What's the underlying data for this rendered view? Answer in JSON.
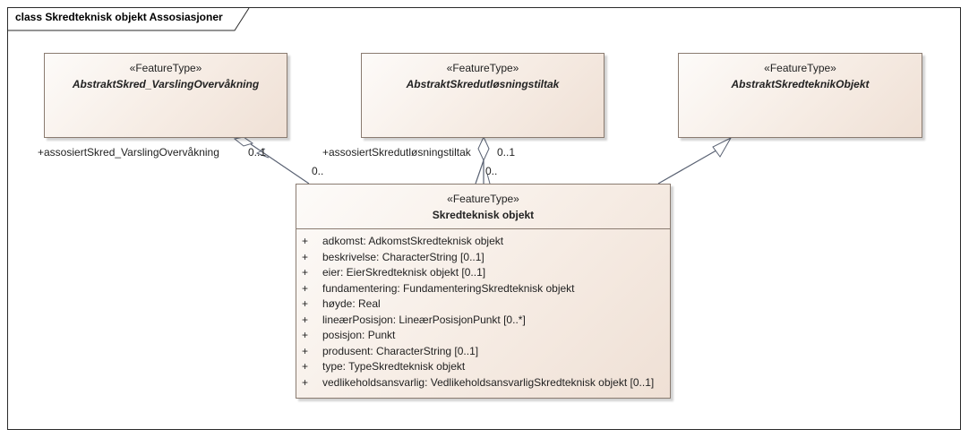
{
  "frame": {
    "title": "class Skredteknisk objekt Assosiasjoner"
  },
  "classes": {
    "varsling": {
      "stereotype": "«FeatureType»",
      "name": "AbstraktSkred_VarslingOvervåkning"
    },
    "utlosning": {
      "stereotype": "«FeatureType»",
      "name": "AbstraktSkredutløsningstiltak"
    },
    "objekt": {
      "stereotype": "«FeatureType»",
      "name": "AbstraktSkredteknikObjekt"
    },
    "main": {
      "stereotype": "«FeatureType»",
      "name": "Skredteknisk objekt",
      "attributes": [
        {
          "vis": "+",
          "text": "adkomst: AdkomstSkredteknisk objekt"
        },
        {
          "vis": "+",
          "text": "beskrivelse: CharacterString [0..1]"
        },
        {
          "vis": "+",
          "text": "eier: EierSkredteknisk objekt [0..1]"
        },
        {
          "vis": "+",
          "text": "fundamentering: FundamenteringSkredteknisk objekt"
        },
        {
          "vis": "+",
          "text": "høyde: Real"
        },
        {
          "vis": "+",
          "text": "lineærPosisjon: LineærPosisjonPunkt [0..*]"
        },
        {
          "vis": "+",
          "text": "posisjon: Punkt"
        },
        {
          "vis": "+",
          "text": "produsent: CharacterString [0..1]"
        },
        {
          "vis": "+",
          "text": "type: TypeSkredteknisk objekt"
        },
        {
          "vis": "+",
          "text": "vedlikeholdsansvarlig: VedlikeholdsansvarligSkredteknisk objekt [0..1]"
        }
      ]
    }
  },
  "associations": {
    "varsling": {
      "role": "+assosiertSkred_VarslingOvervåkning",
      "target_mult": "0..1",
      "source_mult": "0.."
    },
    "utlosning": {
      "role": "+assosiertSkredutløsningstiltak",
      "target_mult": "0..1",
      "source_mult": "0.."
    }
  }
}
